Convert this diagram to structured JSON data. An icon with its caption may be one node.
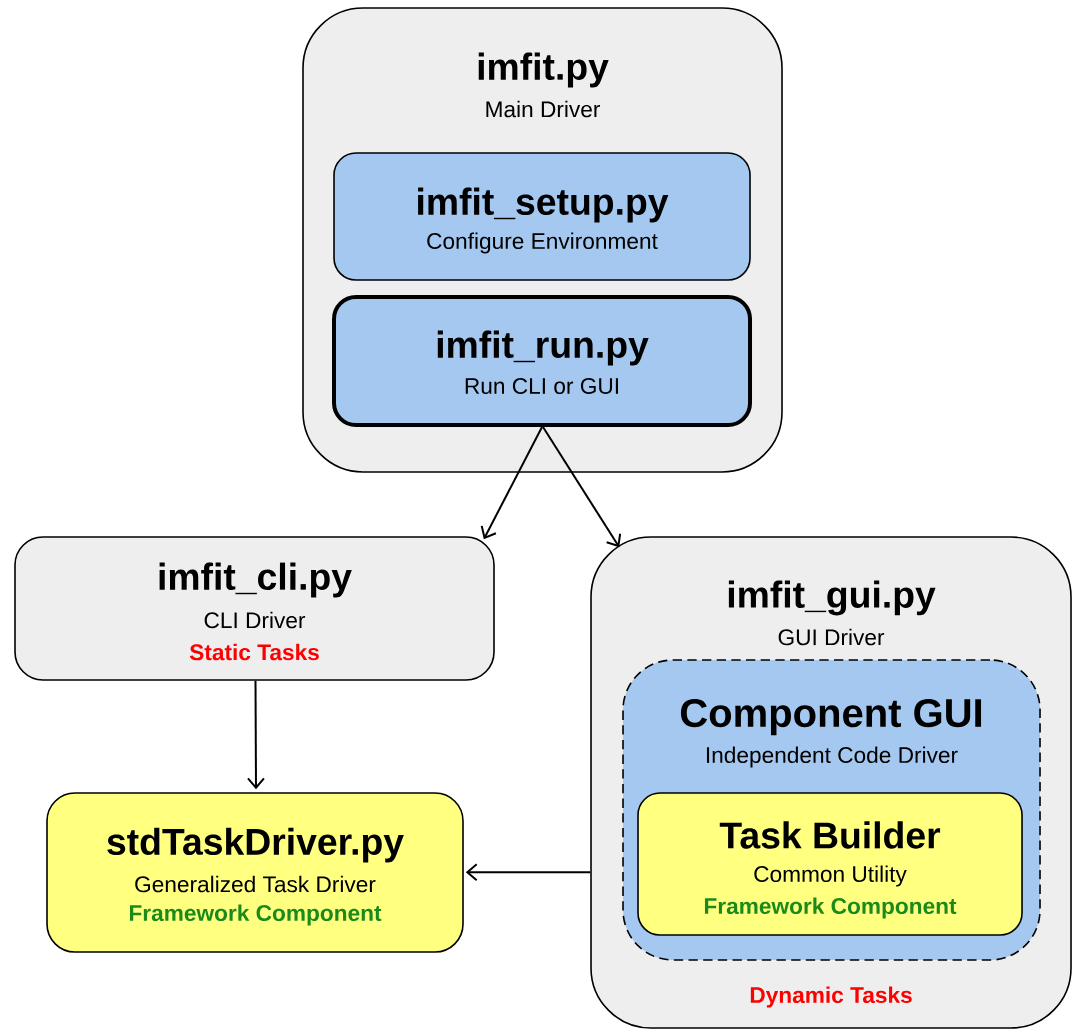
{
  "diagram": {
    "nodes": [
      {
        "text": [
          "imfit.py",
          "Main Driver"
        ]
      },
      {
        "text": [
          "imfit_setup.py",
          "Configure Environment"
        ],
        "in": 0
      },
      {
        "text": [
          "imfit_run.py",
          "Run CLI or GUI"
        ],
        "in": 0
      },
      {
        "text": [
          "imfit_cli.py",
          "CLI Driver",
          "Static Tasks"
        ]
      },
      {
        "text": [
          "imfit_gui.py",
          "GUI Driver",
          "Dynamic Tasks"
        ]
      },
      {
        "text": [
          "Component GUI",
          "Independent Code Driver"
        ],
        "in": 4
      },
      {
        "text": [
          "Task Builder",
          "Common Utility",
          "Framework Component"
        ],
        "in": 5
      },
      {
        "text": [
          "stdTaskDriver.py",
          "Generalized Task Driver",
          "Framework Component"
        ]
      }
    ],
    "edges": [
      {
        "from": 2,
        "to": 3,
        "arrow": "to"
      },
      {
        "from": 2,
        "to": 4,
        "arrow": "to"
      },
      {
        "from": 3,
        "to": 7,
        "arrow": "to"
      },
      {
        "from": 4,
        "to": 7,
        "arrow": "to"
      }
    ]
  }
}
